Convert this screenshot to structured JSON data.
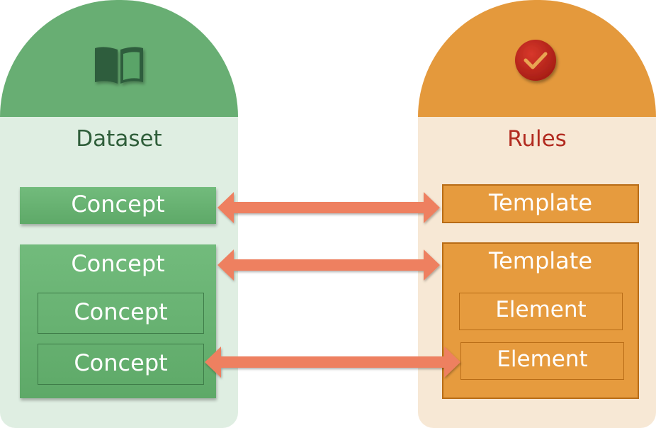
{
  "dataset": {
    "title": "Dataset",
    "icon": "book-icon",
    "color": "#68ae73",
    "concepts": [
      {
        "label": "Concept"
      },
      {
        "label": "Concept",
        "children": [
          "Concept",
          "Concept"
        ]
      }
    ]
  },
  "rules": {
    "title": "Rules",
    "icon": "checkmark-circle-icon",
    "color": "#e4993c",
    "templates": [
      {
        "label": "Template"
      },
      {
        "label": "Template",
        "children": [
          "Element",
          "Element"
        ]
      }
    ]
  },
  "links": [
    {
      "from": "Concept",
      "to": "Template"
    },
    {
      "from": "Concept",
      "to": "Template"
    },
    {
      "from": "Concept",
      "to": "Element"
    }
  ],
  "arrow_color": "#ee8061"
}
